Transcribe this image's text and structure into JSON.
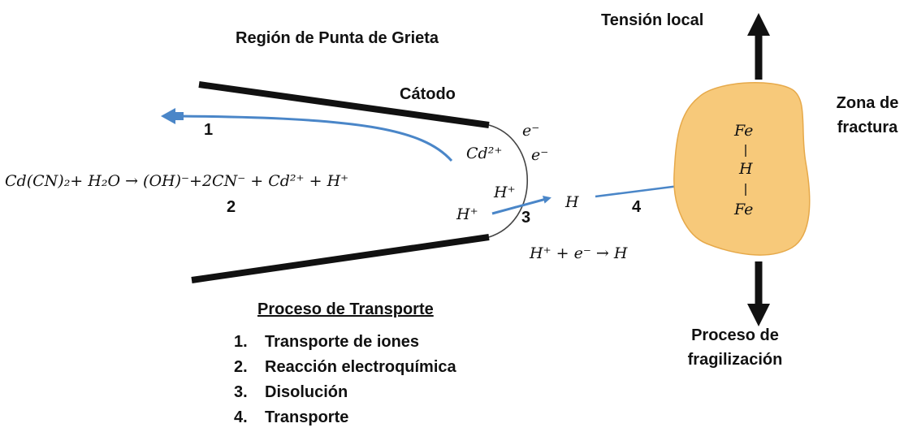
{
  "title": "Región de Punta de Grieta",
  "cathode_label": "Cátodo",
  "local_stress_label": "Tensión local",
  "fracture_zone_label": "Zona de fractura",
  "embrittlement_label": "Proceso de fragilización",
  "step_numbers": [
    "1",
    "2",
    "3",
    "4"
  ],
  "equations": {
    "main": "Cd(CN)₂+ H₂O → (OH)⁻+2CN⁻ + Cd²⁺ + H⁺",
    "cd_ion": "Cd²⁺",
    "electron_1": "e⁻",
    "electron_2": "e⁻",
    "h_plus_inner": "H⁺",
    "h_plus_left": "H⁺",
    "h_atom": "H",
    "reduction": "H⁺ + e⁻ → H",
    "fracture_fe_top": "Fe",
    "fracture_h": "H",
    "fracture_fe_bottom": "Fe"
  },
  "process": {
    "heading": "Proceso de Transporte",
    "items": [
      {
        "num": "1.",
        "label": "Transporte de iones"
      },
      {
        "num": "2.",
        "label": "Reacción electroquímica"
      },
      {
        "num": "3.",
        "label": "Disolución"
      },
      {
        "num": "4.",
        "label": "Transporte"
      }
    ]
  },
  "colors": {
    "arrow_blue": "#4a86c8",
    "fracture_fill": "#f7c97a",
    "fracture_stroke": "#e6a94a",
    "crack_line": "#111111"
  }
}
